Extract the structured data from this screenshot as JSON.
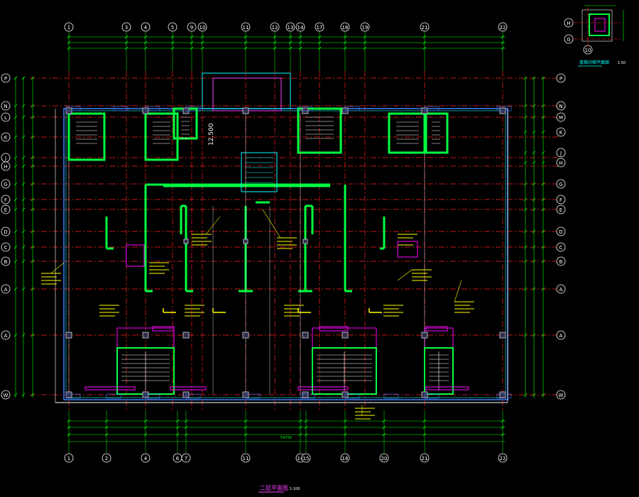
{
  "drawing": {
    "title": "二层平面图",
    "scale": "1:100",
    "key_plan_title": "楼梯间梯平面图",
    "key_plan_scale": "1:50",
    "elevation_mark": "12.500",
    "overall_dim": "54700"
  },
  "axes": {
    "top": [
      "1",
      "3",
      "4",
      "5",
      "9",
      "10",
      "11",
      "12",
      "13",
      "14",
      "17",
      "18",
      "19",
      "21",
      "22"
    ],
    "bottom": [
      "1",
      "2",
      "4",
      "6",
      "7",
      "11",
      "14",
      "15",
      "18",
      "20",
      "21",
      "22"
    ],
    "left": [
      "P",
      "N",
      "L",
      "K",
      "J",
      "H",
      "G",
      "F",
      "E",
      "D",
      "C",
      "B",
      "A",
      "A",
      "W"
    ],
    "right": [
      "P",
      "N",
      "M",
      "K",
      "J",
      "H",
      "G",
      "F",
      "E",
      "D",
      "C",
      "B",
      "A",
      "A",
      "W"
    ],
    "key_plan": [
      "H",
      "G",
      "10"
    ]
  },
  "colors": {
    "background": "#000000",
    "wall": "#00ff40",
    "grid": "#ff2020",
    "dimension": "#00ff00",
    "stair": "#00ffff",
    "furniture": "#ff00ff",
    "note": "#ffff00",
    "column": "#b0b0c8",
    "structure": "#ffffff",
    "edge": "#4080ff"
  }
}
